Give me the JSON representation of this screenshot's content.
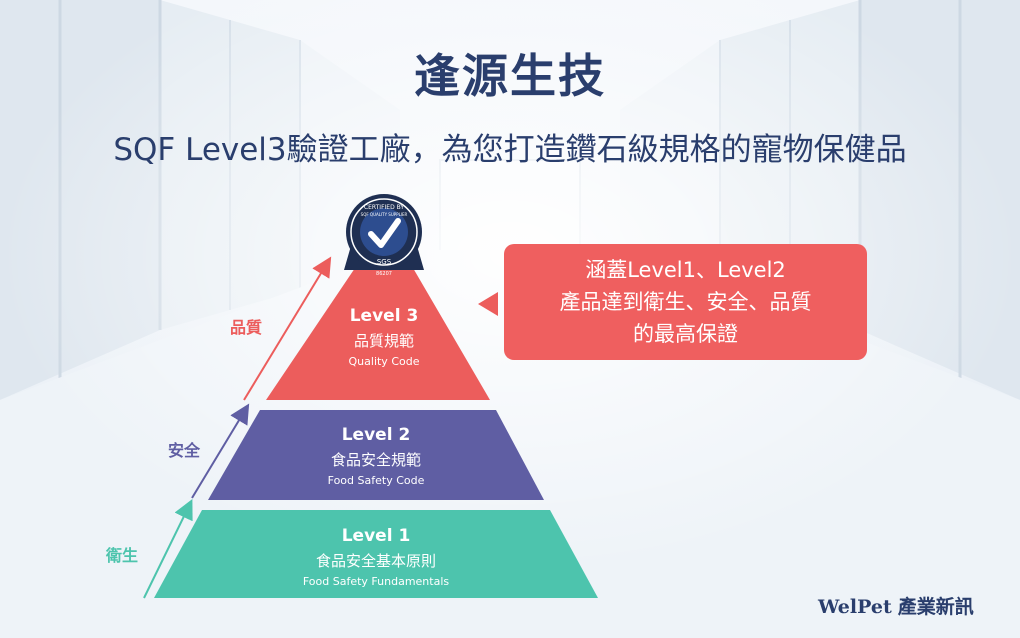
{
  "header": {
    "title": "逢源生技",
    "subtitle": "SQF Level3驗證工廠，為您打造鑽石級規格的寵物保健品"
  },
  "badge": {
    "top_text": "CERTIFIED BY",
    "ring_text": "SQF QUALITY SUPPLIER",
    "org": "SGS",
    "code": "86207"
  },
  "levels": [
    {
      "name": "Level 3",
      "zh": "品質規範",
      "en": "Quality Code",
      "color": "#ec5d5c"
    },
    {
      "name": "Level 2",
      "zh": "食品安全規範",
      "en": "Food Safety Code",
      "color": "#5f5ea3"
    },
    {
      "name": "Level 1",
      "zh": "食品安全基本原則",
      "en": "Food Safety Fundamentals",
      "color": "#4dc4ad"
    }
  ],
  "side_labels": {
    "quality": "品質",
    "safety": "安全",
    "hygiene": "衛生"
  },
  "callout": {
    "line1": "涵蓋Level1、Level2",
    "line2": "產品達到衛生、安全、品質",
    "line3": "的最高保證",
    "color": "#ef5f5f"
  },
  "brand": {
    "logo": "WelPet",
    "name": "產業新訊"
  }
}
